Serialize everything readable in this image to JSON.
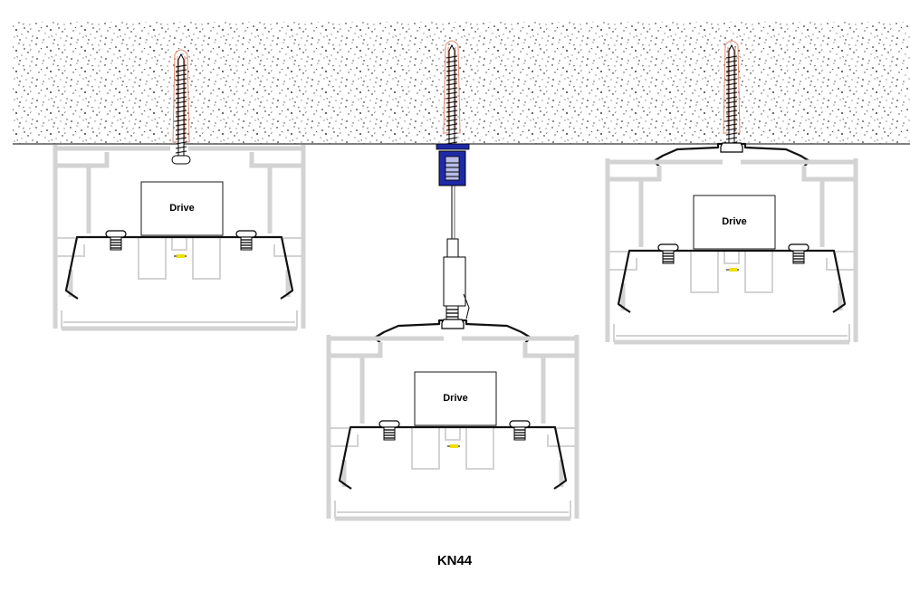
{
  "diagram": {
    "caption": "KN44",
    "units": [
      {
        "id": "ceiling-direct",
        "drive_label": "Drive"
      },
      {
        "id": "suspended",
        "drive_label": "Drive"
      },
      {
        "id": "ceiling-bracket",
        "drive_label": "Drive"
      }
    ]
  },
  "colors": {
    "profile": "#d3d3d3",
    "anchor": "#e08a70",
    "suspension_block": "#1e2aa8",
    "indicator": "#f0e000"
  }
}
